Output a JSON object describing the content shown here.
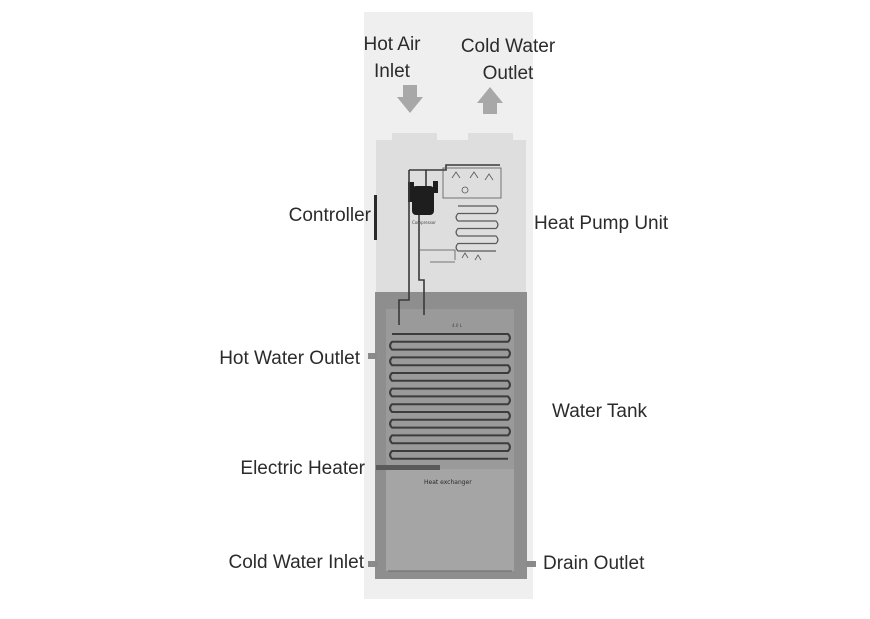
{
  "title": "",
  "labels": {
    "hot_air_inlet": "Hot Air\nInlet",
    "cold_water_outlet_top": "Cold Water\nOutlet",
    "controller": "Controller",
    "heat_pump_unit": "Heat Pump Unit",
    "hot_water_outlet": "Hot Water Outlet",
    "water_tank": "Water Tank",
    "electric_heater": "Electric Heater",
    "cold_water_inlet": "Cold Water Inlet",
    "drain_outlet": "Drain Outlet"
  },
  "inner_labels": {
    "compressor": "Compressor",
    "heat_exchanger": "Heat exchanger",
    "tank_top": "4.0 L"
  },
  "colors": {
    "casing": "#eeeeee",
    "heat_pump_section": "#dcdcdc",
    "tank_section": "#8f8f8f",
    "tank_lower": "#a6a6a6",
    "coil": "#3c3c3c",
    "arrow": "#a8a8a8"
  },
  "icons": {
    "air_in": "arrow-down-icon",
    "air_out": "arrow-up-icon"
  }
}
